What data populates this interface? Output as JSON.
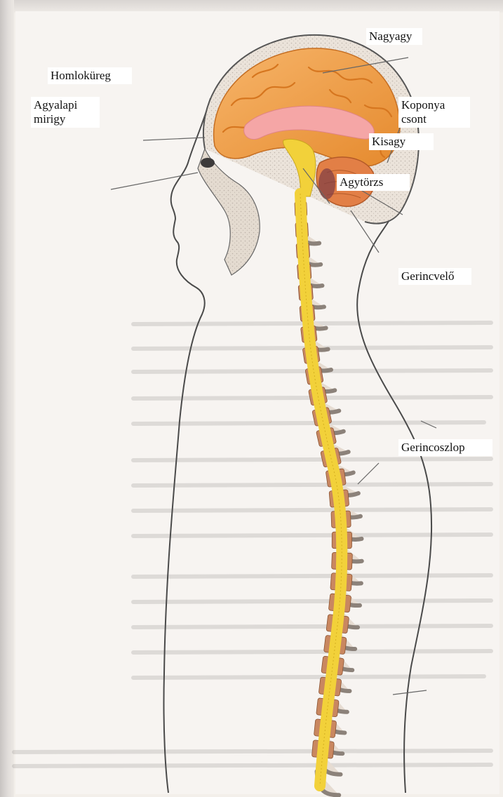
{
  "labels": {
    "cerebrum": "Nagyagy",
    "frontal_sinus": "Homloküreg",
    "pituitary": "Agyalapi mirigy",
    "skull_bone": "Koponya csont",
    "cerebellum": "Kisagy",
    "brainstem": "Agytörzs",
    "spinal_cord": "Gerincvelő",
    "spinal_column": "Gerincoszlop"
  },
  "colors": {
    "brain": "#ee9a3a",
    "brain_highlight": "#f7c27a",
    "corpus": "#f4a1a1",
    "cord": "#f2d13a",
    "vertebra": "#c98760",
    "bone": "#e6dcd2",
    "outline": "#4a4a4a",
    "paper": "#f7f4f1",
    "label_bg": "#ffffff"
  }
}
